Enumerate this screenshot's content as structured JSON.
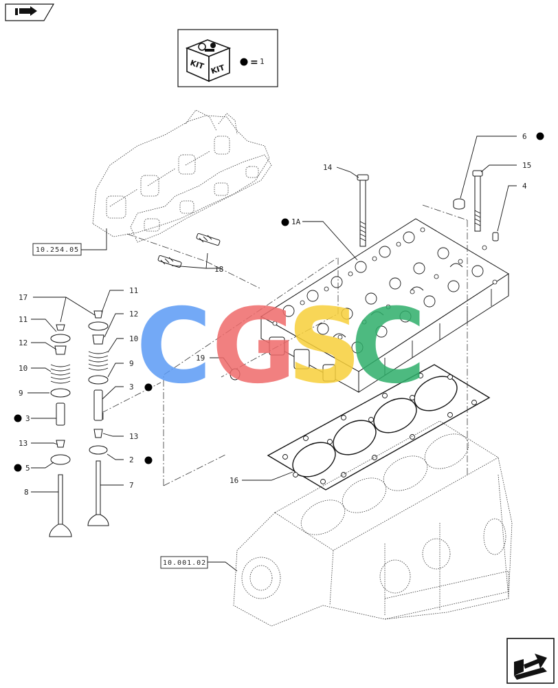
{
  "nav": {
    "prev_icon": "arrow-left-page-icon",
    "next_icon": "arrow-right-page-icon"
  },
  "kit_legend": {
    "kit_text": "KIT",
    "equals": "=",
    "quantity": "1"
  },
  "references": {
    "exhaust_manifold": "10.254.05",
    "engine_block": "10.001.02"
  },
  "watermark": {
    "letters": [
      "C",
      "G",
      "S",
      "C"
    ],
    "colors": [
      "#5b9bf5",
      "#ef6b6b",
      "#f7cf3a",
      "#2fae6a"
    ]
  },
  "callouts": {
    "c1A": "1A",
    "c2": "2",
    "c3a": "3",
    "c3b": "3",
    "c4": "4",
    "c5": "5",
    "c6": "6",
    "c7": "7",
    "c8": "8",
    "c9a": "9",
    "c9b": "9",
    "c10a": "10",
    "c10b": "10",
    "c11a": "11",
    "c11b": "11",
    "c12a": "12",
    "c12b": "12",
    "c13a": "13",
    "c13b": "13",
    "c14": "14",
    "c15": "15",
    "c16": "16",
    "c17": "17",
    "c18": "18",
    "c19": "19"
  },
  "colors": {
    "ink": "#111111",
    "marker": "#000000"
  }
}
